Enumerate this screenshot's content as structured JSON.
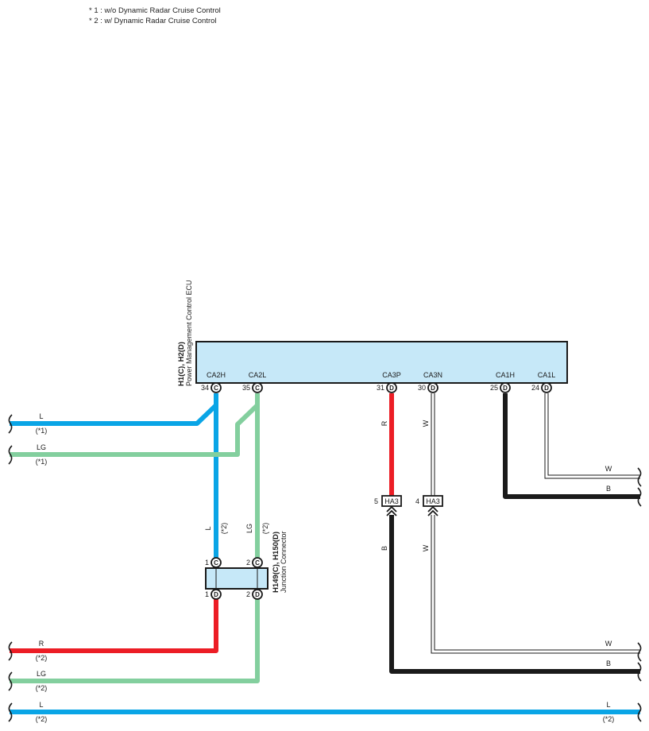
{
  "notes": [
    "* 1 : w/o Dynamic Radar Cruise Control",
    "* 2 : w/ Dynamic Radar Cruise Control"
  ],
  "ecu": {
    "connector_id": "H1(C), H2(D)",
    "name": "Power Management Control ECU",
    "pins": [
      {
        "signal": "CA2H",
        "pin": "34",
        "conn": "C"
      },
      {
        "signal": "CA2L",
        "pin": "35",
        "conn": "C"
      },
      {
        "signal": "CA3P",
        "pin": "31",
        "conn": "D"
      },
      {
        "signal": "CA3N",
        "pin": "30",
        "conn": "D"
      },
      {
        "signal": "CA1H",
        "pin": "25",
        "conn": "D"
      },
      {
        "signal": "CA1L",
        "pin": "24",
        "conn": "D"
      }
    ]
  },
  "junction": {
    "connector_id": "H149(C), H150(D)",
    "name": "Junction Connector",
    "top_pins": [
      {
        "pin": "1",
        "conn": "C"
      },
      {
        "pin": "2",
        "conn": "C"
      }
    ],
    "bottom_pins": [
      {
        "pin": "1",
        "conn": "D"
      },
      {
        "pin": "2",
        "conn": "D"
      }
    ]
  },
  "connectors_ha3": [
    {
      "pin": "5",
      "name": "HA3"
    },
    {
      "pin": "4",
      "name": "HA3"
    }
  ],
  "wire_labels": {
    "l_left": "L",
    "l_left_note": "(*1)",
    "lg_left": "LG",
    "lg_left_note": "(*1)",
    "l_vert": "L",
    "l_vert_note": "(*2)",
    "lg_vert": "LG",
    "lg_vert_note": "(*2)",
    "r_ca3p": "R",
    "w_ca3n": "W",
    "b_lower": "B",
    "w_lower": "W",
    "w_right_top": "W",
    "b_right_top": "B",
    "r_left_bottom": "R",
    "r_left_bottom_note": "(*2)",
    "lg_left_bottom": "LG",
    "lg_left_bottom_note": "(*2)",
    "l_bottom_left": "L",
    "l_bottom_left_note": "(*2)",
    "l_bottom_right": "L",
    "l_bottom_right_note": "(*2)",
    "w_right_bottom": "W",
    "b_right_bottom": "B"
  },
  "colors": {
    "blue": "#0aa5e6",
    "green": "#83cf9e",
    "red": "#ec1d25",
    "black": "#1a1a1a",
    "ecu_fill": "#c6e8f8"
  }
}
